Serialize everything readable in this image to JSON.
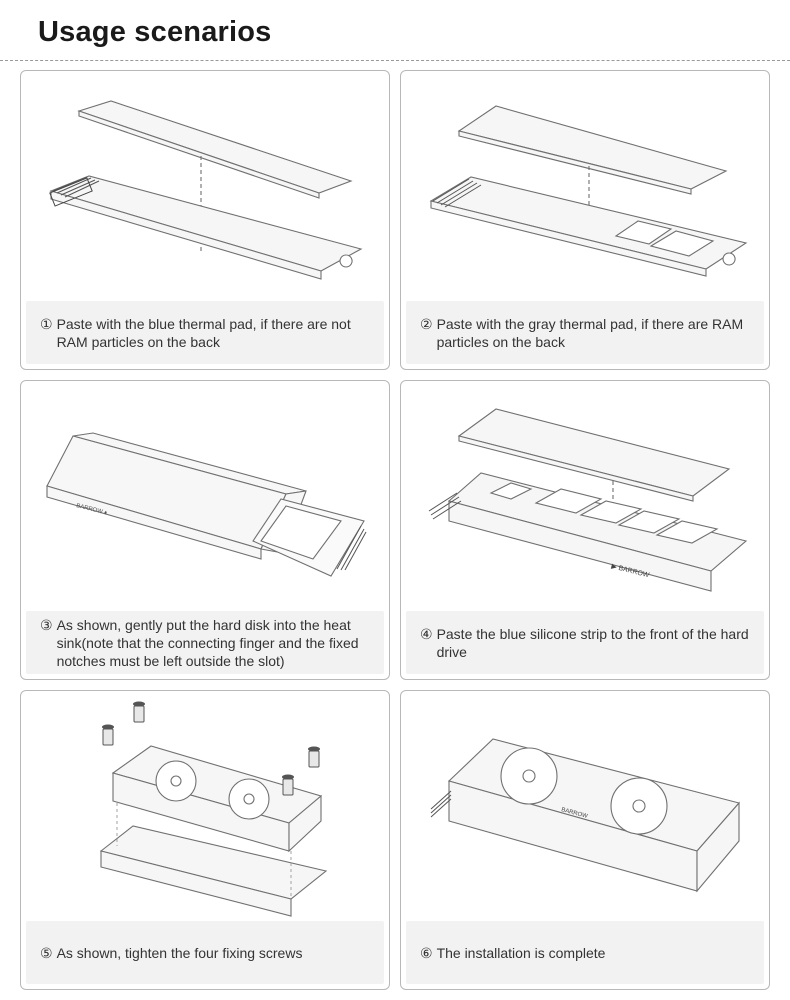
{
  "page": {
    "title": "Usage scenarios"
  },
  "steps": [
    {
      "num": "①",
      "text": "Paste with the blue thermal pad, if there are not RAM particles on the back"
    },
    {
      "num": "②",
      "text": "Paste with the gray thermal pad, if there are RAM particles on the back"
    },
    {
      "num": "③",
      "text": "As shown, gently put the hard disk into the heat sink(note that the connecting finger and the fixed notches must be left outside the slot)"
    },
    {
      "num": "④",
      "text": "Paste the blue silicone strip to the front of the hard drive"
    },
    {
      "num": "⑤",
      "text": "As shown, tighten the four fixing screws"
    },
    {
      "num": "⑥",
      "text": "The installation is complete"
    }
  ],
  "colors": {
    "outline": "#6e6e6e",
    "fill_light": "#f4f4f4",
    "caption_bg": "#f2f2f2"
  }
}
